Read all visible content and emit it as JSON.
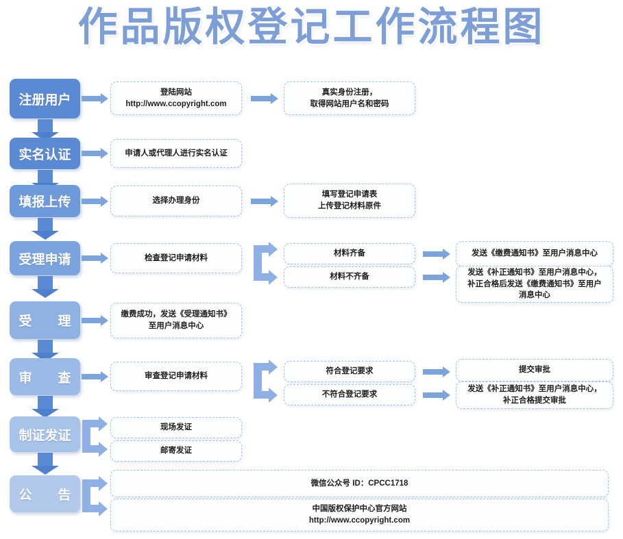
{
  "title": "作品版权登记工作流程图",
  "theme": {
    "title_color": "#7e9fd6",
    "arrow_color": "#7ba4dd",
    "down_arrow_color": "#5b8ad4",
    "splitter_color": "#8fb0e4",
    "dashed_border_color": "#a8c2e8",
    "background": "#ffffff"
  },
  "stages": [
    {
      "label": "注册用户",
      "color": "#5b8ad4"
    },
    {
      "label": "实名认证",
      "color": "#5b8ad4"
    },
    {
      "label": "填报上传",
      "color": "#6e9adb"
    },
    {
      "label": "受理申请",
      "color": "#7ba4de"
    },
    {
      "label": "受　　理",
      "color": "#8fb2e3"
    },
    {
      "label": "审　　查",
      "color": "#9bbae6"
    },
    {
      "label": "制证发证",
      "color": "#a8c3e9"
    },
    {
      "label": "公　　告",
      "color": "#b2c9ec"
    }
  ],
  "rows": {
    "register": {
      "step1": "登陆网站\nhttp://www.ccopyright.com",
      "step2": "真实身份注册，\n取得网站用户名和密码"
    },
    "realname": {
      "step1": "申请人或代理人进行实名认证"
    },
    "upload": {
      "step1": "选择办理身份",
      "step2": "填写登记申请表\n上传登记材料原件"
    },
    "accept_apply": {
      "step1": "检查登记申请材料",
      "branch_a": "材料齐备",
      "branch_b": "材料不齐备",
      "result_a": "发送《缴费通知书》至用户消息中心",
      "result_b": "发送《补正通知书》至用户消息中心，\n补正合格后发送《缴费通知书》至用户\n消息中心"
    },
    "accept": {
      "step1": "缴费成功，发送《受理通知书》\n至用户消息中心"
    },
    "review": {
      "step1": "审查登记申请材料",
      "branch_a": "符合登记要求",
      "branch_b": "不符合登记要求",
      "result_a": "提交审批",
      "result_b": "发送《补正通知书》至用户消息中心，\n补正合格提交审批"
    },
    "issue": {
      "branch_a": "现场发证",
      "branch_b": "邮寄发证"
    },
    "announce": {
      "branch_a": "微信公众号 ID：CPCC1718",
      "branch_b": "中国版权保护中心官方网站\nhttp://www.ccopyright.com"
    }
  }
}
